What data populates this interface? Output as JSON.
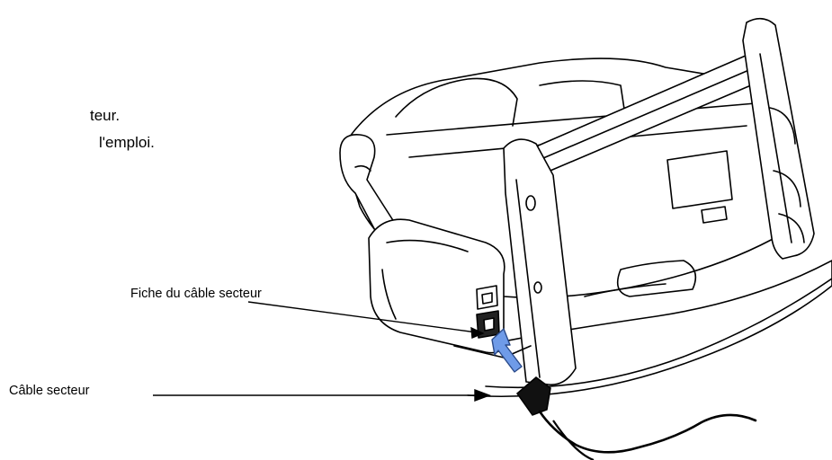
{
  "text": {
    "fragment_1": "teur.",
    "fragment_2": "l'emploi."
  },
  "callouts": {
    "plug_label": "Fiche du câble secteur",
    "cable_label": "Câble secteur"
  },
  "colors": {
    "arrow_fill": "#6f9be8",
    "arrow_stroke": "#2a4a8a",
    "line": "#000000"
  }
}
